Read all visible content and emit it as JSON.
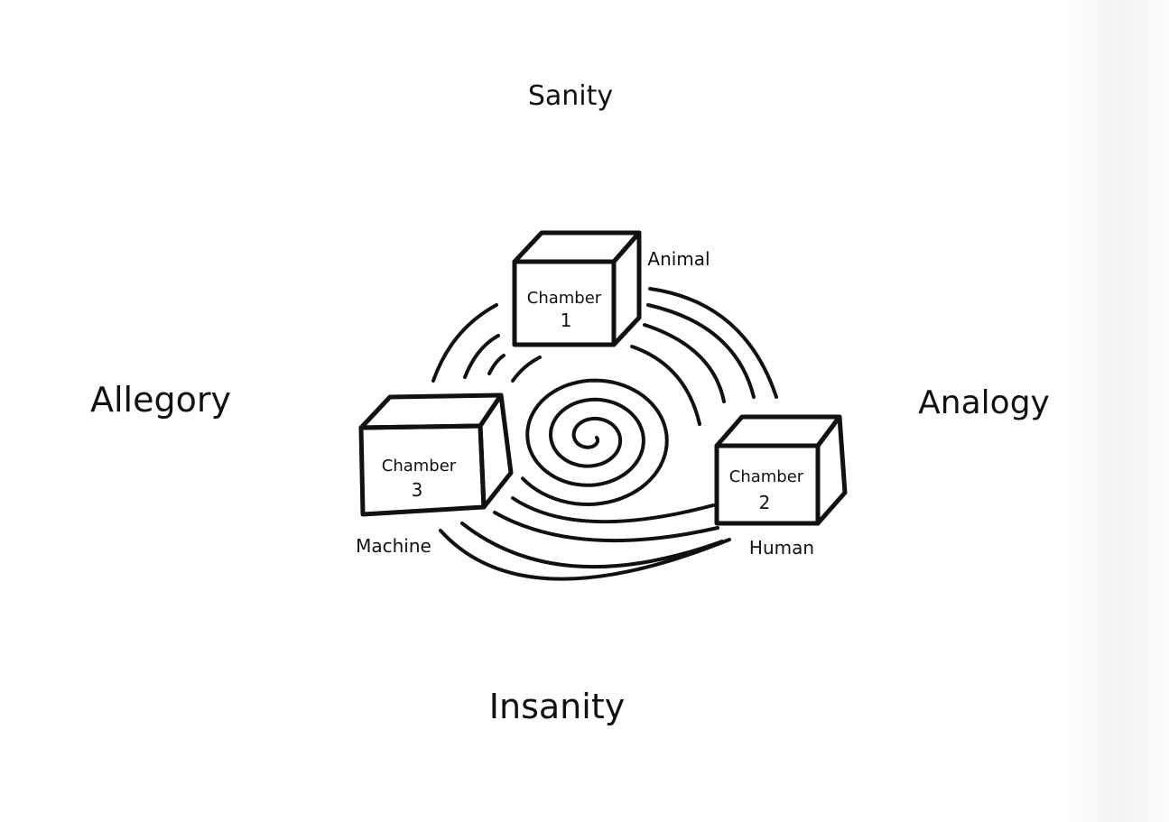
{
  "diagram": {
    "labels": {
      "top": "Sanity",
      "bottom": "Insanity",
      "left": "Allegory",
      "right": "Analogy"
    },
    "chambers": [
      {
        "id": "chamber-1",
        "title": "Chamber",
        "number": "1",
        "tag": "Animal"
      },
      {
        "id": "chamber-2",
        "title": "Chamber",
        "number": "2",
        "tag": "Human"
      },
      {
        "id": "chamber-3",
        "title": "Chamber",
        "number": "3",
        "tag": "Machine"
      }
    ],
    "colors": {
      "ink": "#111111",
      "paper": "#ffffff"
    }
  }
}
